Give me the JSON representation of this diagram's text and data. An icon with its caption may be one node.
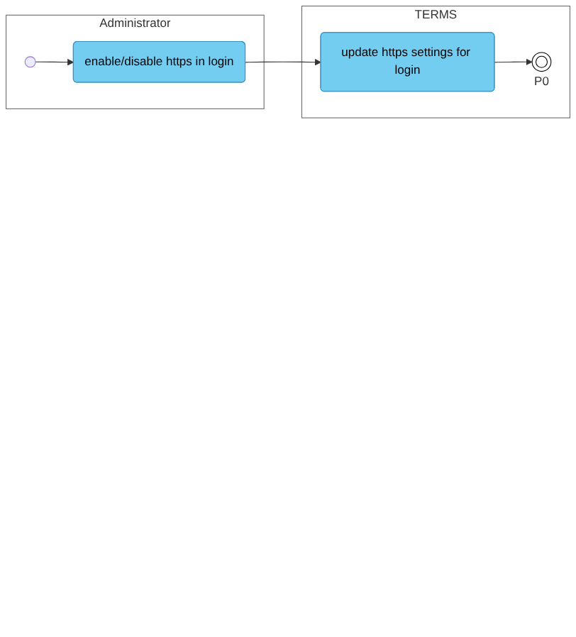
{
  "diagram": {
    "nodes": [
      {
        "text": [
          "Administrator"
        ]
      },
      {
        "text": [
          "TERMS"
        ]
      },
      {
        "text": [],
        "shape": "circle",
        "in": 0
      },
      {
        "text": [
          "enable/disable https in login"
        ],
        "in": 0
      },
      {
        "text": [
          "update https settings for login"
        ],
        "in": 1
      },
      {
        "text": [],
        "shape": "bullseye",
        "in": 1,
        "beside": [
          "P0"
        ]
      }
    ],
    "edges": [
      {
        "from": 2,
        "to": 3,
        "arrow": "to"
      },
      {
        "from": 3,
        "to": 4,
        "arrow": "to"
      },
      {
        "from": 4,
        "to": 5,
        "arrow": "to"
      }
    ]
  }
}
